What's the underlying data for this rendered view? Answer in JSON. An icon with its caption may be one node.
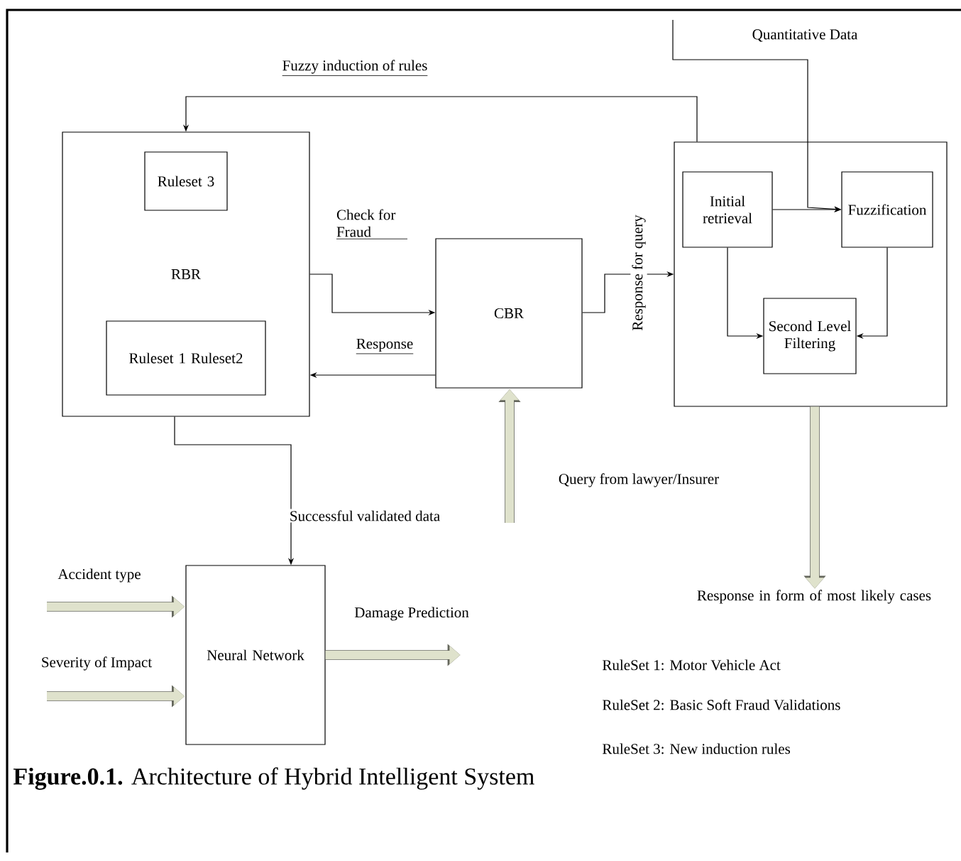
{
  "diagram": {
    "caption": "**Figure.0.1.** Architecture of Hybrid Intelligent System",
    "nodes": [
      {
        "text": [
          "RBR"
        ]
      },
      {
        "text": [
          "Ruleset 3"
        ],
        "in": 0
      },
      {
        "text": [
          "Ruleset 1 Ruleset2"
        ],
        "in": 0
      },
      {
        "text": [
          "CBR"
        ]
      },
      {
        "text": [],
        "shape": "box"
      },
      {
        "text": [
          "Initial retrieval"
        ],
        "in": 4
      },
      {
        "text": [
          "Fuzzification"
        ],
        "in": 4
      },
      {
        "text": [
          "Second Level Filtering"
        ],
        "in": 4
      },
      {
        "text": [
          "Neural Network"
        ]
      },
      {
        "text": [
          "Response in form of most likely cases"
        ]
      }
    ],
    "edges": [
      {
        "from": 4,
        "to": 0,
        "arrow": "to",
        "label": "Fuzzy induction of rules"
      },
      {
        "from": null,
        "to": 6,
        "arrow": "to",
        "label": "Quantitative Data"
      },
      {
        "from": 5,
        "to": 6,
        "arrow": "to"
      },
      {
        "from": 5,
        "to": 7,
        "arrow": "to"
      },
      {
        "from": 6,
        "to": 7,
        "arrow": "to"
      },
      {
        "from": 0,
        "to": 3,
        "arrow": "to",
        "label": "Check for Fraud"
      },
      {
        "from": 3,
        "to": 0,
        "arrow": "to",
        "label": "Response"
      },
      {
        "from": 3,
        "to": 4,
        "arrow": "to",
        "label": "Response for query"
      },
      {
        "from": null,
        "to": 3,
        "arrow": "to",
        "label": "Query from lawyer/Insurer",
        "style": "thick",
        "color": "#dfe2cc"
      },
      {
        "from": 4,
        "to": 9,
        "arrow": "to",
        "style": "thick",
        "color": "#dfe2cc"
      },
      {
        "from": 0,
        "to": 8,
        "arrow": "to",
        "label": "Successful validated data"
      },
      {
        "from": null,
        "to": 8,
        "arrow": "to",
        "label": "Accident type",
        "style": "thick",
        "color": "#dfe2cc"
      },
      {
        "from": null,
        "to": 8,
        "arrow": "to",
        "label": "Severity of Impact",
        "style": "thick",
        "color": "#dfe2cc"
      },
      {
        "from": 8,
        "to": null,
        "arrow": "to",
        "label": "Damage Prediction",
        "style": "thick",
        "color": "#dfe2cc"
      }
    ],
    "labels": [
      "RuleSet 1:  Motor Vehicle Act",
      "RuleSet 2: Basic Soft Fraud Validations",
      "RuleSet 3: New induction rules"
    ]
  }
}
